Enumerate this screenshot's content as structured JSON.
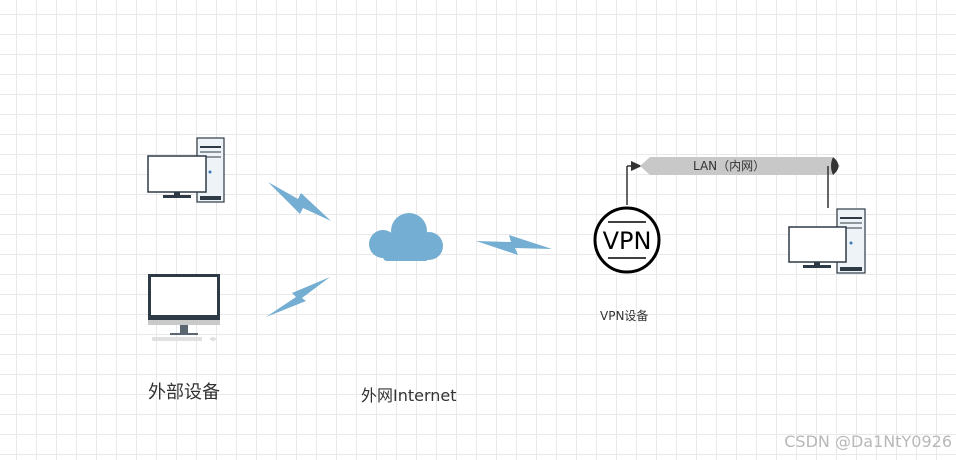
{
  "labels": {
    "external_devices": "外部设备",
    "internet": "外网Internet",
    "vpn_device": "VPN设备",
    "vpn_logo": "VPN",
    "lan": "LAN（内网）",
    "watermark": "CSDN @Da1NtY0926"
  },
  "icons": {
    "desktop_top": "desktop-computer-icon",
    "imac": "imac-monitor-icon",
    "cloud": "cloud-icon",
    "vpn": "vpn-circle-icon",
    "desktop_lan": "desktop-computer-icon",
    "links": "lightning-bolt-icon"
  },
  "colors": {
    "bolt": "#74aed2",
    "cloud": "#74aed2",
    "monitor_frame": "#2e3a45",
    "tower": "#eef3f7",
    "lan_bar": "#c8c8c8",
    "ink": "#000000"
  }
}
